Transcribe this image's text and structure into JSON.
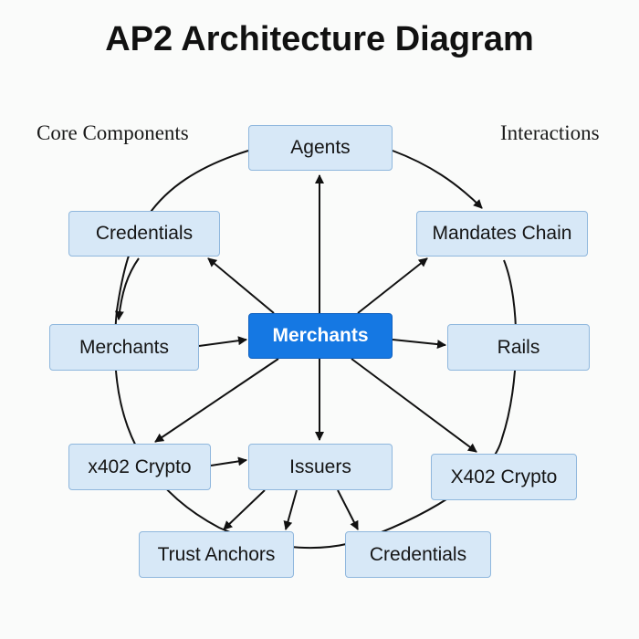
{
  "title": "AP2 Architecture Diagram",
  "labels": {
    "left": "Core Components",
    "right": "Interactions"
  },
  "colors": {
    "node_fill": "#d7e8f7",
    "node_border": "#8fb7dd",
    "center_fill": "#1578e3",
    "edge": "#111111"
  },
  "nodes": {
    "agents": "Agents",
    "credentials_top": "Credentials",
    "mandates": "Mandates Chain",
    "merchants_left": "Merchants",
    "merchants_center": "Merchants",
    "rails": "Rails",
    "crypto_left": "x402 Crypto",
    "issuers": "Issuers",
    "crypto_right": "X402 Crypto",
    "trust": "Trust Anchors",
    "credentials_bottom": "Credentials"
  },
  "edges": [
    {
      "from": "merchants_center",
      "to": "agents"
    },
    {
      "from": "merchants_center",
      "to": "credentials_top"
    },
    {
      "from": "merchants_center",
      "to": "mandates"
    },
    {
      "from": "merchants_left",
      "to": "merchants_center"
    },
    {
      "from": "merchants_center",
      "to": "rails"
    },
    {
      "from": "merchants_center",
      "to": "crypto_left"
    },
    {
      "from": "merchants_center",
      "to": "issuers"
    },
    {
      "from": "merchants_center",
      "to": "crypto_right"
    },
    {
      "from": "crypto_left",
      "to": "issuers"
    },
    {
      "from": "issuers",
      "to": "trust"
    },
    {
      "from": "issuers",
      "to": "credentials_bottom"
    },
    {
      "from": "agents",
      "to": "mandates"
    },
    {
      "from": "credentials_top",
      "to": "merchants_left"
    }
  ]
}
